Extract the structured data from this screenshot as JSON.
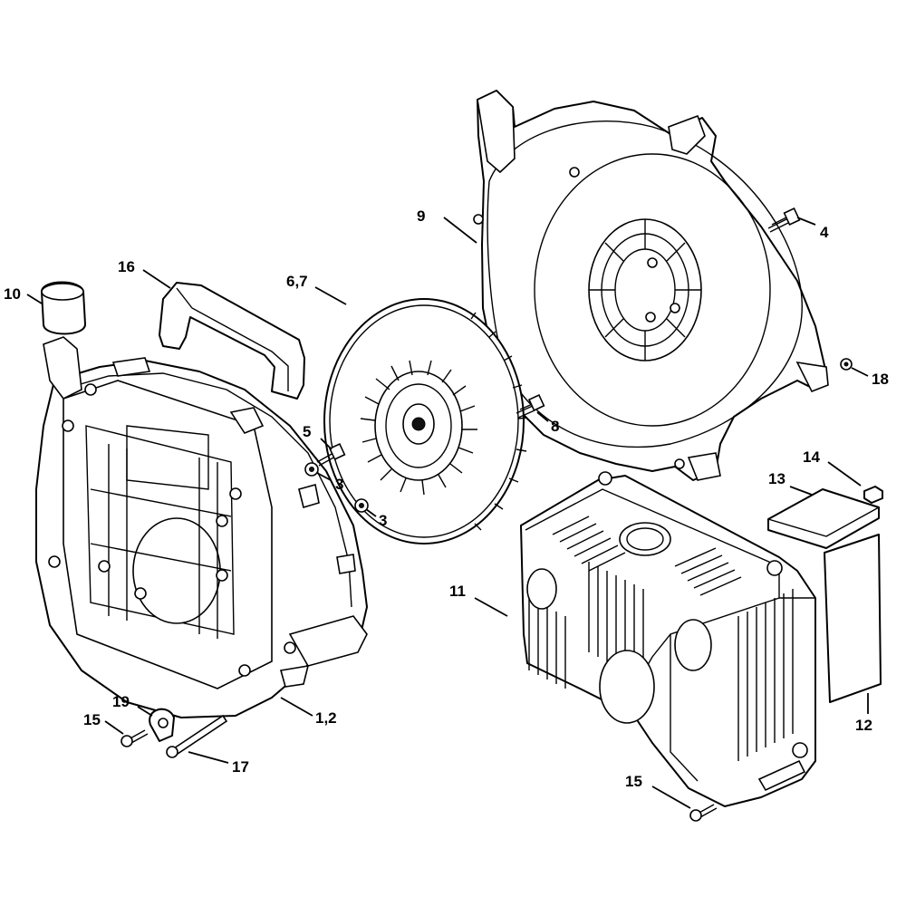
{
  "callouts": {
    "c_1_2": "1,2",
    "c_3a": "3",
    "c_3b": "3",
    "c_4": "4",
    "c_5": "5",
    "c_6_7": "6,7",
    "c_8": "8",
    "c_9": "9",
    "c_10": "10",
    "c_11": "11",
    "c_12": "12",
    "c_13": "13",
    "c_14": "14",
    "c_15a": "15",
    "c_15b": "15",
    "c_16": "16",
    "c_17": "17",
    "c_18": "18",
    "c_19": "19"
  },
  "colors": {
    "line": "#000000",
    "background": "#ffffff"
  }
}
